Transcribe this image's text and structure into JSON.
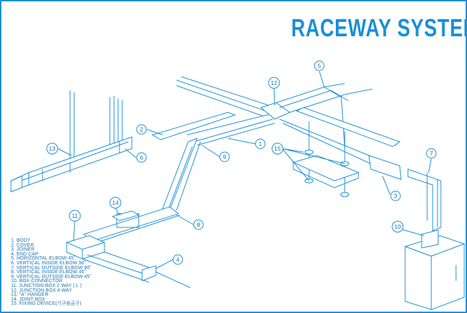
{
  "title": "RACEWAY SYSTEM",
  "legend": [
    "1. BODY",
    "2. COVER",
    "3. JOINER",
    "4. END CAP",
    "5. HORIZONTAL ELBOW 45˚",
    "6. VERTICAL INSIDE ELBOW 90˚",
    "7. VERTICAL OUTSIDE ELBOW 90˚",
    "8. VERTICAL INSIDE ELBOW 45˚",
    "9. VERTICAL OUTSIDE ELBOW 45˚",
    "10. BOX CONNECTOR",
    "11. JUNCTION BOX  2 WAY ( L )",
    "12. JUNCTION BOX 4 WAY",
    "13. \"A\"  HANGER",
    "14. JOINT BOX",
    "15. FIXING DEVICE(기구용금구)"
  ],
  "callouts": [
    "1",
    "2",
    "3",
    "4",
    "5",
    "6",
    "7",
    "8",
    "9",
    "10",
    "11",
    "12",
    "13",
    "14",
    "15"
  ],
  "colors": {
    "accent": "#1a8fd8"
  }
}
